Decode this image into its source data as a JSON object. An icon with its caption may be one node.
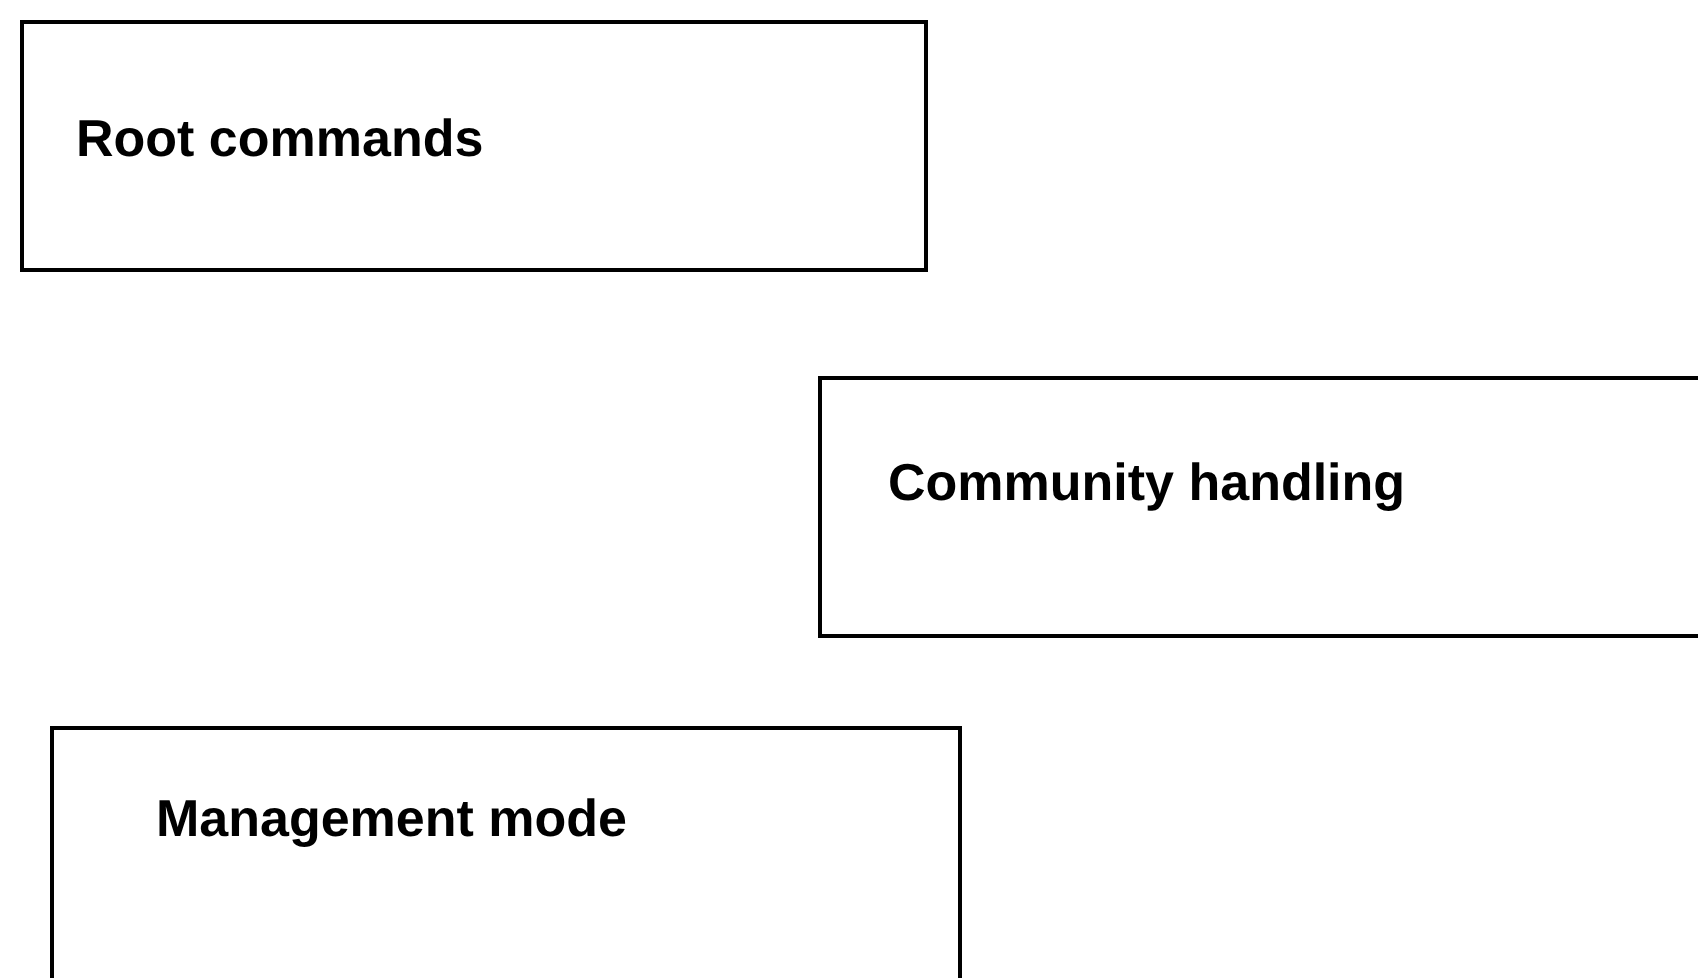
{
  "diagram": {
    "nodes": [
      {
        "text": [
          "Root commands"
        ]
      },
      {
        "text": [
          "Community handling"
        ]
      },
      {
        "text": [
          "Management mode"
        ]
      }
    ]
  }
}
